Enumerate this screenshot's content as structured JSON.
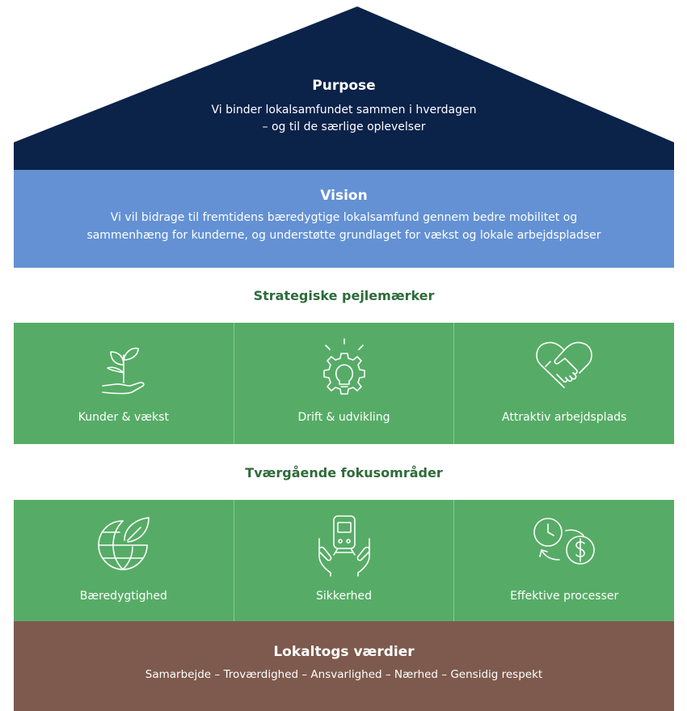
{
  "purpose": {
    "title": "Purpose",
    "line1": "Vi  binder lokalsamfundet sammen i hverdagen",
    "line2": "– og til de særlige oplevelser",
    "color": "#0b2249"
  },
  "vision": {
    "title": "Vision",
    "line1": "Vi vil bidrage til fremtidens bæredygtige lokalsamfund gennem bedre mobilitet og",
    "line2": "sammenhæng for kunderne, og understøtte grundlaget for vækst og lokale arbejdspladser",
    "color": "#6391d4"
  },
  "strategic": {
    "heading": "Strategiske pejlemærker",
    "items": [
      {
        "label": "Kunder & vækst",
        "icon": "plant-in-hand-icon"
      },
      {
        "label": "Drift & udvikling",
        "icon": "lightbulb-gear-icon"
      },
      {
        "label": "Attraktiv arbejdsplads",
        "icon": "heart-handshake-icon"
      }
    ]
  },
  "focus": {
    "heading": "Tværgående fokusområder",
    "items": [
      {
        "label": "Bæredygtighed",
        "icon": "globe-leaf-icon"
      },
      {
        "label": "Sikkerhed",
        "icon": "train-in-hands-icon"
      },
      {
        "label": "Effektive processer",
        "icon": "clock-dollar-icon"
      }
    ]
  },
  "values": {
    "title": "Lokaltogs værdier",
    "line": "Samarbejde – Troværdighed – Ansvarlighed – Nærhed – Gensidig respekt",
    "color": "#7d5a4d"
  },
  "colors": {
    "green_panel": "#56ac66",
    "green_heading": "#2e6b3a"
  }
}
